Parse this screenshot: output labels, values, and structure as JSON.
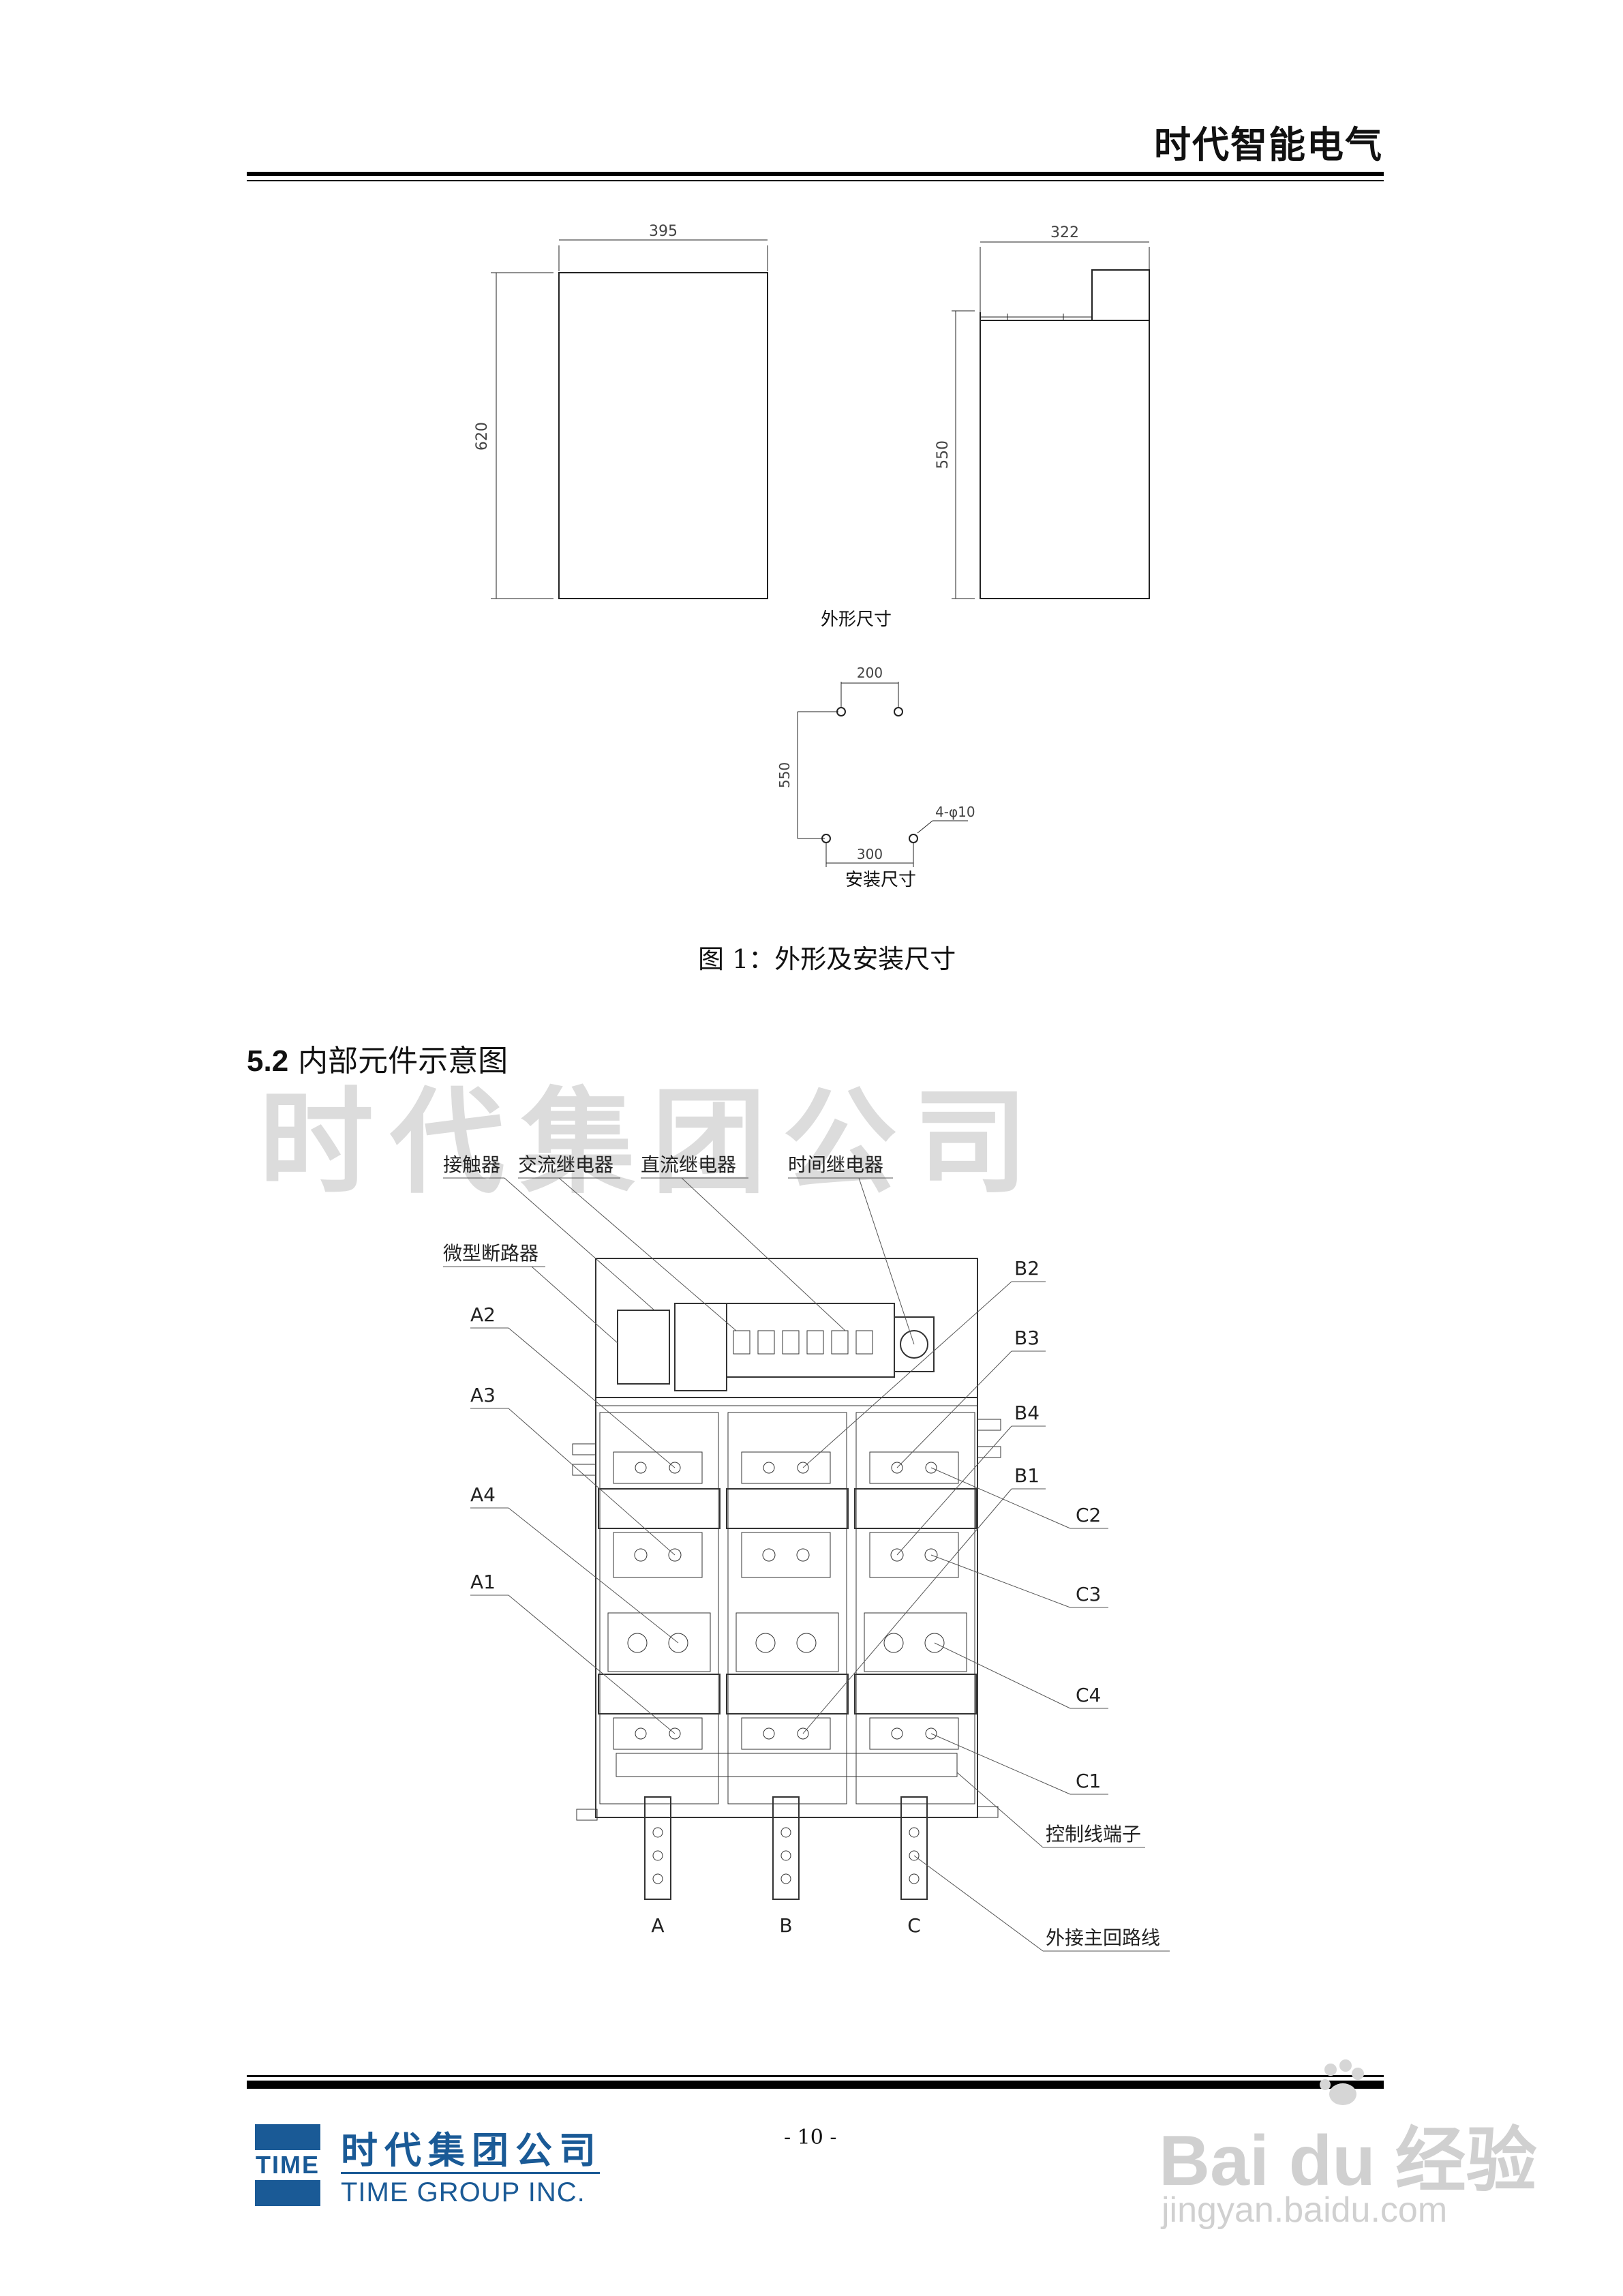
{
  "header": {
    "brand": "时代智能电气"
  },
  "figure1": {
    "front_view": {
      "width_dim": "395",
      "height_dim": "620"
    },
    "side_view": {
      "width_dim": "322",
      "height_dim": "550"
    },
    "outline_caption": "外形尺寸",
    "mount": {
      "top_dim": "200",
      "bottom_dim": "300",
      "height_dim": "550",
      "hole_dim": "4-φ10"
    },
    "mount_caption": "安装尺寸",
    "caption": "图 1：外形及安装尺寸"
  },
  "section": {
    "number": "5.2",
    "title": "内部元件示意图"
  },
  "watermark": "时代集团公司",
  "figure2": {
    "labels": {
      "contactor": "接触器",
      "ac_relay": "交流继电器",
      "dc_relay": "直流继电器",
      "time_relay": "时间继电器",
      "mcb": "微型断路器",
      "A2": "A2",
      "A3": "A3",
      "A4": "A4",
      "A1": "A1",
      "B2": "B2",
      "B3": "B3",
      "B4": "B4",
      "B1": "B1",
      "C2": "C2",
      "C3": "C3",
      "C4": "C4",
      "C1": "C1",
      "terminal": "控制线端子",
      "main_line": "外接主回路线",
      "phase_a": "A",
      "phase_b": "B",
      "phase_c": "C"
    }
  },
  "footer": {
    "page": "- 10 -",
    "logo_mark": "TIME",
    "company_cn": "时代集团公司",
    "company_en": "TIME GROUP INC.",
    "baidu": "Bai du 经验",
    "baidu_url": "jingyan.baidu.com"
  }
}
